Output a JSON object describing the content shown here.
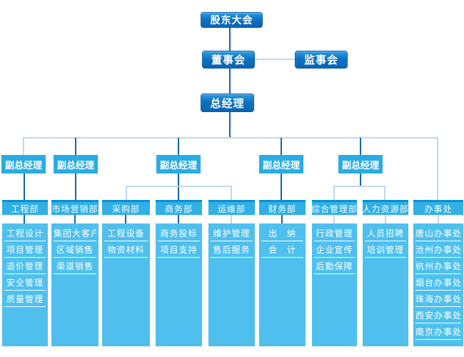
{
  "chart": {
    "type": "org-chart",
    "top_nodes": {
      "shareholders": "股东大会",
      "board": "董事会",
      "supervisory": "监事会",
      "general_manager": "总经理"
    },
    "deputies": [
      "副总经理",
      "副总经理",
      "副总经理",
      "副总经理",
      "副总经理"
    ],
    "departments": [
      {
        "name": "工程部",
        "items": [
          "工程设计",
          "项目管理",
          "造价管理",
          "安全管理",
          "质量管理"
        ]
      },
      {
        "name": "市场营销部",
        "items": [
          "集团大客户",
          "区域销售",
          "渠道销售"
        ]
      },
      {
        "name": "采购部",
        "items": [
          "工程设备",
          "物资材料"
        ]
      },
      {
        "name": "商务部",
        "items": [
          "商务投标",
          "项目支持"
        ]
      },
      {
        "name": "运维部",
        "items": [
          "维护管理",
          "售后服务"
        ]
      },
      {
        "name": "财务部",
        "items": [
          "出　纳",
          "会　计"
        ]
      },
      {
        "name": "综合管理部",
        "items": [
          "行政管理",
          "企业宣传",
          "后勤保障"
        ]
      },
      {
        "name": "人力资源部",
        "items": [
          "人员招聘",
          "培训管理"
        ]
      },
      {
        "name": "办事处",
        "items": [
          "唐山办事处",
          "沧州办事处",
          "杭州办事处",
          "烟台办事处",
          "珠海办事处",
          "西安办事处",
          "南京办事处"
        ]
      }
    ],
    "colors": {
      "node_gradient_top": "#2b9ce0",
      "node_gradient_bottom": "#0a64b2",
      "deputy_bg": "#29ace3",
      "dept_header_bg": "#30b0e6",
      "dept_header_top_strip": "#0d8fd0",
      "column_bg": "#4fc0ee",
      "line_dark": "#1565a8",
      "line_light": "#c3d7ea",
      "text": "#ffffff"
    }
  }
}
